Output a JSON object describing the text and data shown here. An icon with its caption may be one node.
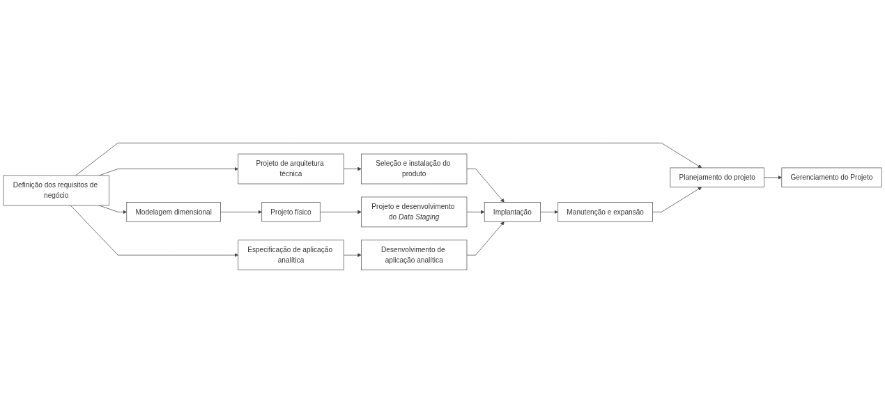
{
  "diagram": {
    "nodes": [
      {
        "text": [
          "Planejamento do projeto"
        ]
      },
      {
        "text": [
          "Definição dos requisitos de negócio"
        ]
      },
      {
        "text": [
          "Projeto de arquitetura técnica"
        ]
      },
      {
        "text": [
          "Seleção e instalação do produto"
        ]
      },
      {
        "text": [
          "Modelagem dimensional"
        ]
      },
      {
        "text": [
          "Projeto físico"
        ]
      },
      {
        "text": [
          "Projeto e desenvolvimento do *Data Staging*"
        ]
      },
      {
        "text": [
          "Implantação"
        ]
      },
      {
        "text": [
          "Manutenção e expansão"
        ]
      },
      {
        "text": [
          "Especificação de aplicação analítica"
        ]
      },
      {
        "text": [
          "Desenvolvimento de aplicação analítica"
        ]
      },
      {
        "text": [
          "Gerenciamento do Projeto"
        ]
      }
    ],
    "edges": [
      {
        "from": 1,
        "to": 0,
        "arrow": "to"
      },
      {
        "from": 1,
        "to": 2,
        "arrow": "to"
      },
      {
        "from": 2,
        "to": 3,
        "arrow": "to"
      },
      {
        "from": 3,
        "to": 7,
        "arrow": "to"
      },
      {
        "from": 1,
        "to": 4,
        "arrow": "to"
      },
      {
        "from": 4,
        "to": 5,
        "arrow": "to"
      },
      {
        "from": 5,
        "to": 6,
        "arrow": "to"
      },
      {
        "from": 6,
        "to": 7,
        "arrow": "to"
      },
      {
        "from": 1,
        "to": 9,
        "arrow": "to"
      },
      {
        "from": 9,
        "to": 10,
        "arrow": "to"
      },
      {
        "from": 10,
        "to": 7,
        "arrow": "to"
      },
      {
        "from": 7,
        "to": 8,
        "arrow": "to"
      },
      {
        "from": 8,
        "to": 0,
        "arrow": "to"
      },
      {
        "from": 0,
        "to": 11,
        "arrow": "to"
      }
    ]
  }
}
